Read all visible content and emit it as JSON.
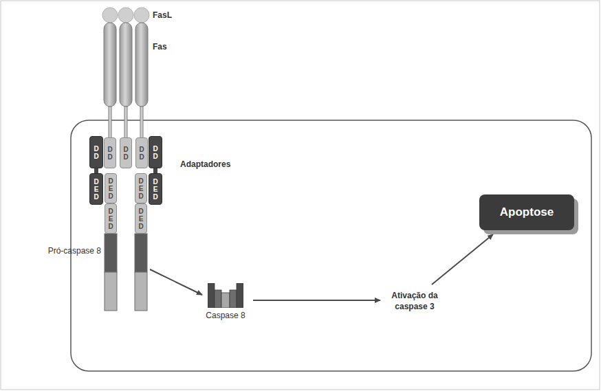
{
  "diagram": {
    "nodes": [
      {
        "text": [
          "D D"
        ]
      },
      {
        "text": [
          "D D"
        ]
      },
      {
        "text": [
          "D D"
        ]
      },
      {
        "text": [
          "D D"
        ]
      },
      {
        "text": [
          "D D"
        ]
      },
      {
        "text": [
          "D E D"
        ]
      },
      {
        "text": [
          "D E D"
        ]
      },
      {
        "text": [
          "D E D"
        ]
      },
      {
        "text": [
          "D E D"
        ]
      },
      {
        "text": [
          "D E D"
        ]
      },
      {
        "text": [
          "D E D"
        ]
      },
      {
        "text": [
          "Caspase 8"
        ]
      },
      {
        "text": [
          "Apoptose"
        ]
      }
    ],
    "labels": [
      "FasL",
      "Fas",
      "Adaptadores",
      "Pró-caspase 8",
      "Ativação da caspase 3"
    ]
  }
}
